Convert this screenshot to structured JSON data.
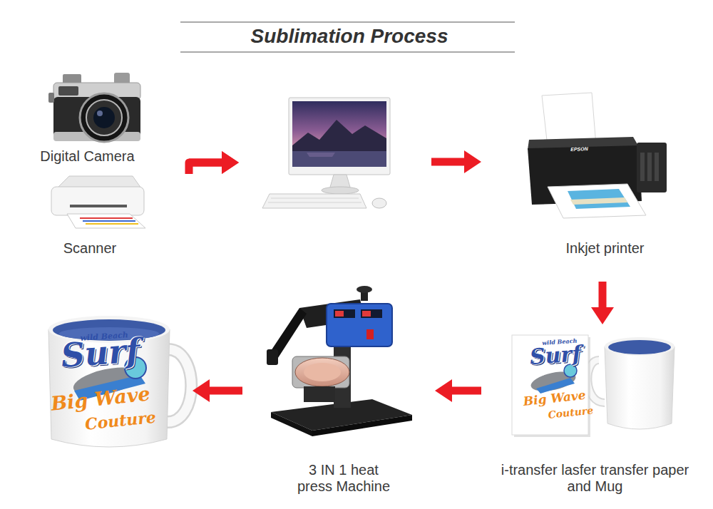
{
  "diagram": {
    "title": "Sublimation Process",
    "nodes": [
      {
        "text": [
          "Digital Camera"
        ]
      },
      {
        "text": [
          "Scanner"
        ]
      },
      {
        "text": []
      },
      {
        "text": [
          "Inkjet printer"
        ]
      },
      {
        "text": [
          "i-transfer lasfer transfer paper and Mug"
        ]
      },
      {
        "text": [
          "3 IN 1 heat press Machine"
        ]
      },
      {
        "text": []
      }
    ],
    "edges": [
      {
        "from": 0,
        "to": 2,
        "arrow": "to"
      },
      {
        "from": 1,
        "to": 2,
        "arrow": "to"
      },
      {
        "from": 2,
        "to": 3,
        "arrow": "to"
      },
      {
        "from": 3,
        "to": 4,
        "arrow": "to"
      },
      {
        "from": 4,
        "to": 5,
        "arrow": "to"
      },
      {
        "from": 5,
        "to": 6,
        "arrow": "to"
      }
    ],
    "labels": [
      "EPSON",
      "wild Beach",
      "Surf",
      "Big Wave",
      "Couture",
      "wild Beach",
      "Surf",
      "Big Wave",
      "Couture"
    ]
  }
}
